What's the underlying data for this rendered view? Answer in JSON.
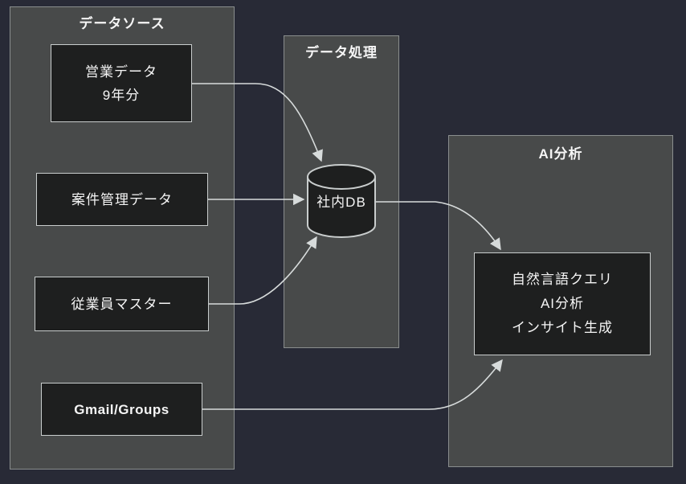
{
  "diagram": {
    "groups": {
      "sources": {
        "title": "データソース"
      },
      "processing": {
        "title": "データ処理"
      },
      "analysis": {
        "title": "AI分析"
      }
    },
    "nodes": {
      "sales": {
        "line1": "営業データ",
        "line2": "9年分"
      },
      "projects": {
        "label": "案件管理データ"
      },
      "employees": {
        "label": "従業員マスター"
      },
      "gmail": {
        "label": "Gmail/Groups"
      },
      "db": {
        "label": "社内DB"
      },
      "ai": {
        "line1": "自然言語クエリ",
        "line2": "AI分析",
        "line3": "インサイト生成"
      }
    },
    "edges": [
      {
        "from": "営業データ 9年分",
        "to": "社内DB"
      },
      {
        "from": "案件管理データ",
        "to": "社内DB"
      },
      {
        "from": "従業員マスター",
        "to": "社内DB"
      },
      {
        "from": "社内DB",
        "to": "自然言語クエリ AI分析 インサイト生成"
      },
      {
        "from": "Gmail/Groups",
        "to": "自然言語クエリ AI分析 インサイト生成"
      }
    ],
    "colors": {
      "page_bg": "#282a36",
      "group_fill": "#484a4a",
      "group_border": "#8a8e8e",
      "node_fill": "#1e1f1f",
      "node_border": "#c9cdcd",
      "text": "#f5f5f5",
      "arrow": "#d7dbdb"
    }
  }
}
